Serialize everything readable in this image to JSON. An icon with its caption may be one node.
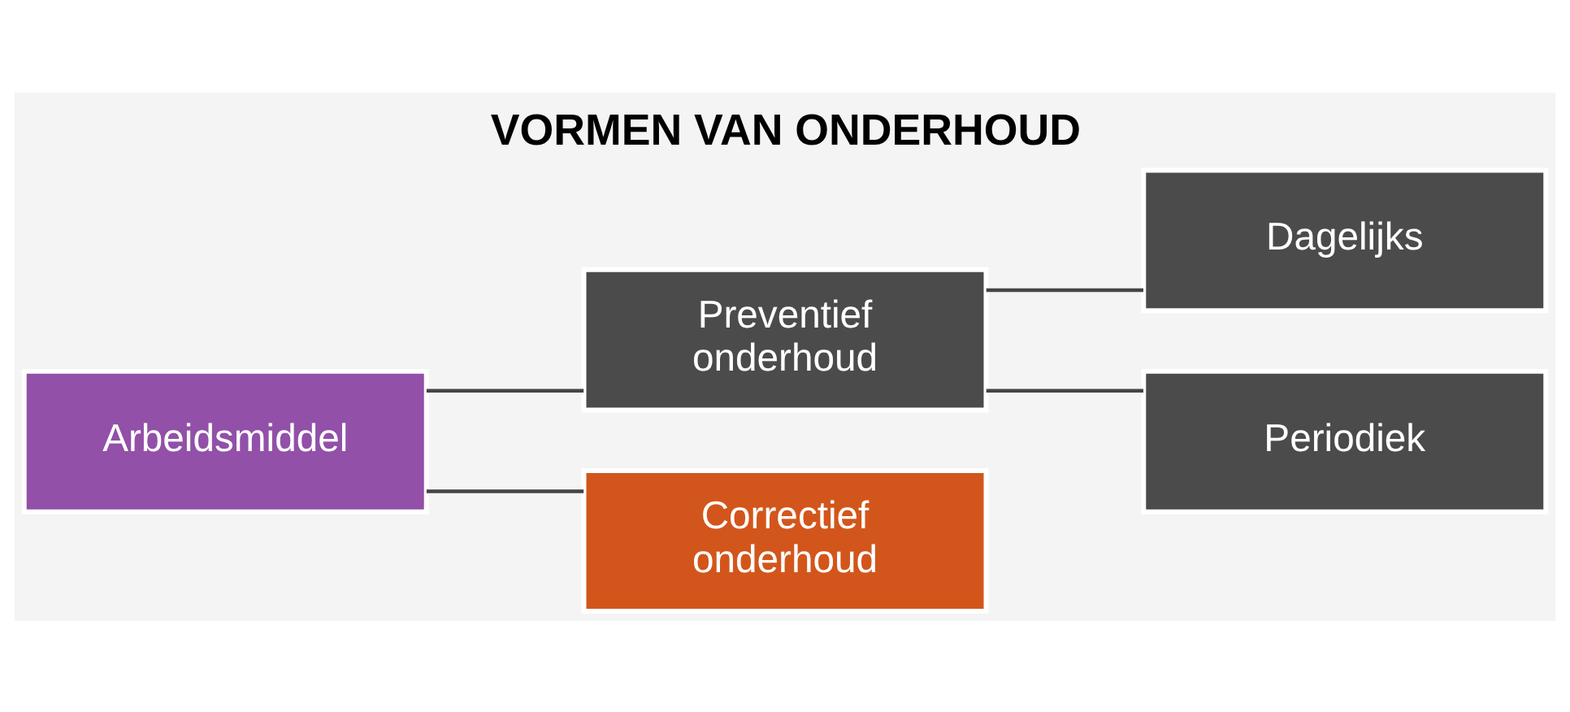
{
  "diagram": {
    "title": "VORMEN VAN ONDERHOUD",
    "nodes": [
      {
        "text": [
          "Arbeidsmiddel"
        ]
      },
      {
        "text": [
          "Preventief onderhoud"
        ]
      },
      {
        "text": [
          "Dagelijks"
        ]
      },
      {
        "text": [
          "Periodiek"
        ]
      },
      {
        "text": [
          "Correctief onderhoud"
        ]
      }
    ],
    "edges": [
      {
        "from": 0,
        "to": 1,
        "arrow": "none"
      },
      {
        "from": 0,
        "to": 4,
        "arrow": "none"
      },
      {
        "from": 1,
        "to": 2,
        "arrow": "none"
      },
      {
        "from": 1,
        "to": 3,
        "arrow": "none"
      }
    ]
  }
}
